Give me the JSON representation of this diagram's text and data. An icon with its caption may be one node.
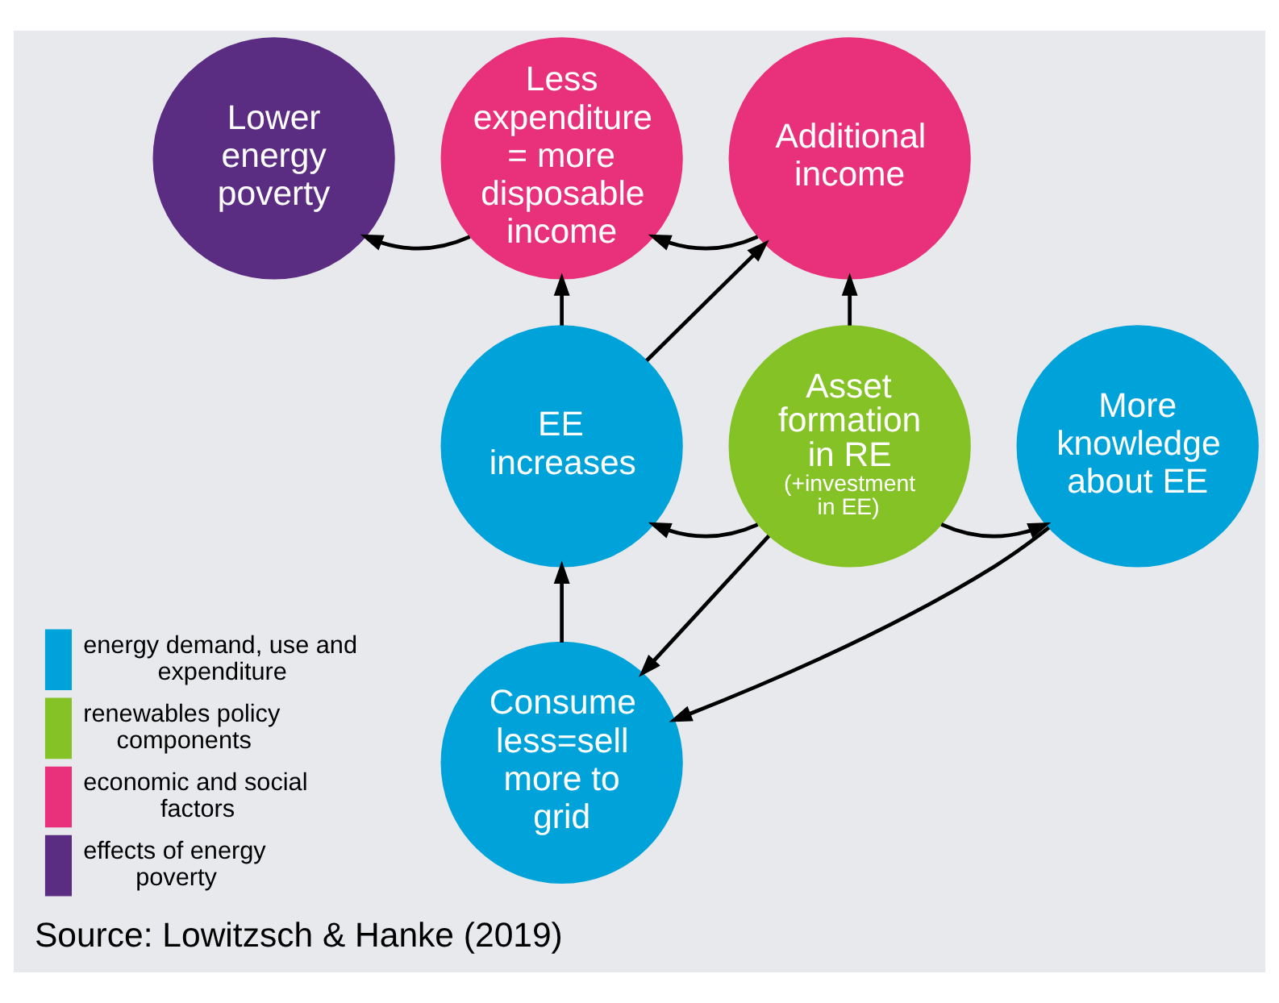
{
  "diagram": {
    "caption": "Source: Lowitzsch & Hanke (2019)",
    "nodes": [
      {
        "text": [
          "Lower energy poverty"
        ]
      },
      {
        "text": [
          "Less expenditure = more disposable income"
        ]
      },
      {
        "text": [
          "Additional income"
        ]
      },
      {
        "text": [
          "EE increases"
        ]
      },
      {
        "text": [
          "Asset formation in RE",
          "(+investment in EE)"
        ]
      },
      {
        "text": [
          "More knowledge about EE"
        ]
      },
      {
        "text": [
          "Consume less=sell more to grid"
        ]
      }
    ],
    "edges": [
      {
        "from": 1,
        "to": 0,
        "arrow": "to"
      },
      {
        "from": 2,
        "to": 1,
        "arrow": "to"
      },
      {
        "from": 3,
        "to": 1,
        "arrow": "to"
      },
      {
        "from": 3,
        "to": 2,
        "arrow": "to"
      },
      {
        "from": 4,
        "to": 2,
        "arrow": "to"
      },
      {
        "from": 4,
        "to": 3,
        "arrow": "to"
      },
      {
        "from": 4,
        "to": 5,
        "arrow": "to"
      },
      {
        "from": 4,
        "to": 6,
        "arrow": "to"
      },
      {
        "from": 5,
        "to": 6,
        "arrow": "to"
      },
      {
        "from": 6,
        "to": 3,
        "arrow": "to"
      }
    ],
    "legend": [
      {
        "text": "energy demand, use and expenditure",
        "color": "#00a3d9"
      },
      {
        "text": "renewables policy components",
        "color": "#84c225"
      },
      {
        "text": "economic and social factors",
        "color": "#e8317a"
      },
      {
        "text": "effects of energy poverty",
        "color": "#5b2d82"
      }
    ]
  }
}
